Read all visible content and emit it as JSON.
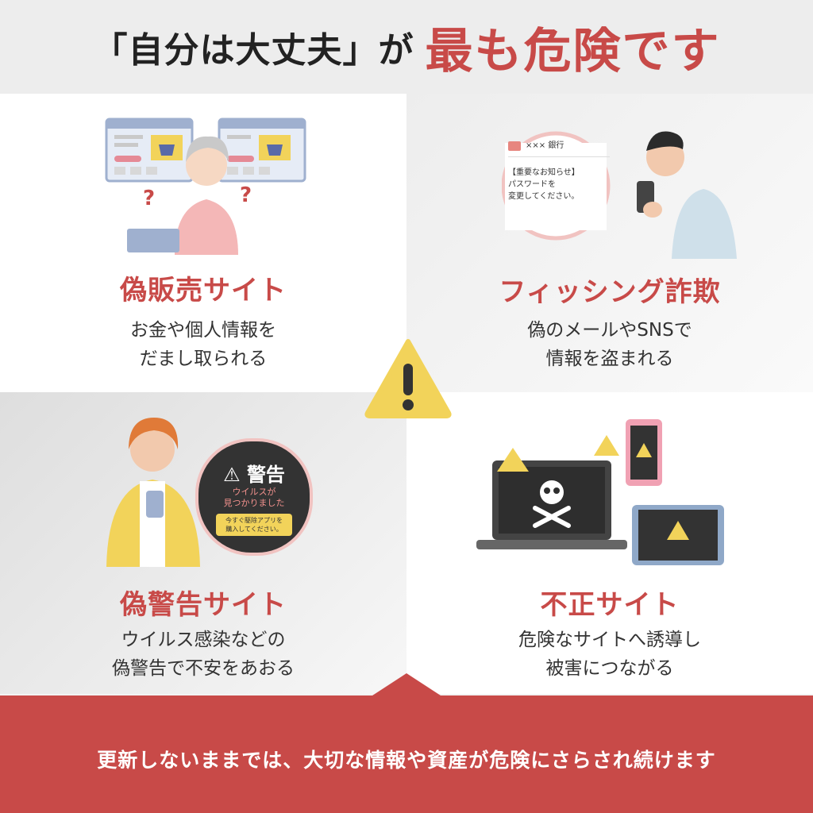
{
  "header": {
    "title_part1": "「自分は大丈夫」が",
    "title_part2": "最も危険です"
  },
  "cards": [
    {
      "title": "偽販売サイト",
      "desc_line1": "お金や個人情報を",
      "desc_line2": "だまし取られる"
    },
    {
      "title": "フィッシング詐欺",
      "desc_line1": "偽のメールやSNSで",
      "desc_line2": "情報を盗まれる"
    },
    {
      "title": "偽警告サイト",
      "desc_line1": "ウイルス感染などの",
      "desc_line2": "偽警告で不安をあおる"
    },
    {
      "title": "不正サイト",
      "desc_line1": "危険なサイトへ誘導し",
      "desc_line2": "被害につながる"
    }
  ],
  "phishing_bubble": {
    "bank": "××× 銀行",
    "subject": "【重要なお知らせ】",
    "body1": "パスワードを",
    "body2": "変更してください。"
  },
  "fake_warning_bubble": {
    "heading": "警告",
    "line1": "ウイルスが",
    "line2": "見つかりました",
    "button1": "今すぐ駆除アプリを",
    "button2": "購入してください。"
  },
  "footer": {
    "message": "更新しないままでは、大切な情報や資産が危険にさらされ続けます"
  },
  "colors": {
    "accent": "#c84a48",
    "warning_yellow": "#f2d35a",
    "dark": "#333333"
  }
}
